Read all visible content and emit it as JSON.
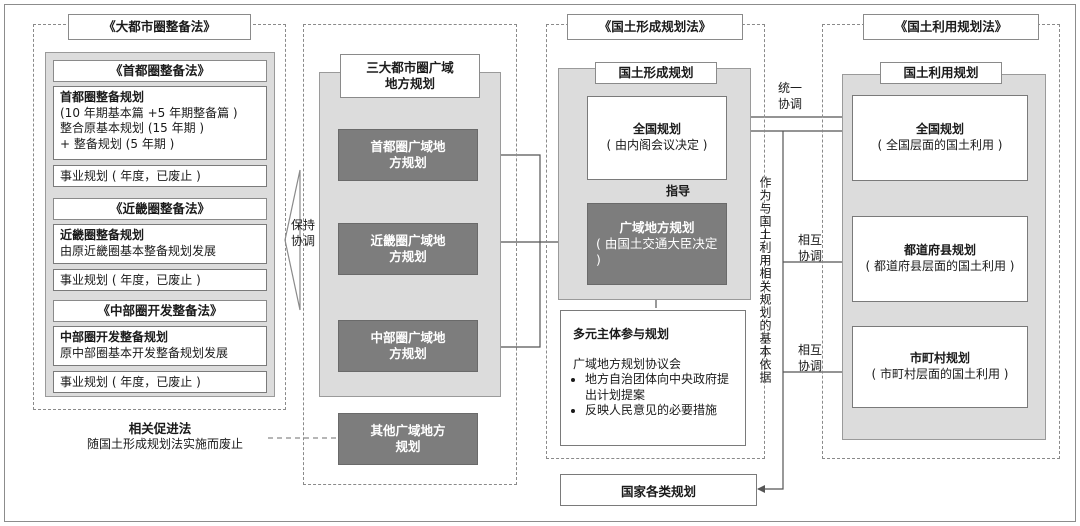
{
  "col1": {
    "title": "《大都市圈整备法》",
    "sec1": {
      "title": "《首都圈整备法》",
      "plan_title": "首都圈整备规划",
      "plan_line1": "(10 年期基本篇 +5 年期整备篇 )",
      "plan_line2": "整合原基本规划 (15 年期 )",
      "plan_line3": "+ 整备规划 (5 年期 )",
      "project": "事业规划 ( 年度，已废止 )"
    },
    "sec2": {
      "title": "《近畿圈整备法》",
      "plan_title": "近畿圈整备规划",
      "plan_line1": "由原近畿圈基本整备规划发展",
      "project": "事业规划 ( 年度，已废止 )"
    },
    "sec3": {
      "title": "《中部圈开发整备法》",
      "plan_title": "中部圈开发整备规划",
      "plan_line1": "原中部圈基本开发整备规划发展",
      "project": "事业规划 ( 年度，已废止 )"
    },
    "related_title": "相关促进法",
    "related_note": "随国土形成规划法实施而废止"
  },
  "keep_coord": "保持协调",
  "col2": {
    "title": "三大都市圈广域地方规划",
    "box1": "首都圈广域地方规划",
    "box2": "近畿圈广域地方规划",
    "box3": "中部圈广域地方规划",
    "other": "其他广域地方规划"
  },
  "col3": {
    "title": "《国土形成规划法》",
    "panel_title": "国土形成规划",
    "national_title": "全国规划",
    "national_sub": "( 由内阁会议决定 )",
    "guide": "指导",
    "regional_title": "广域地方规划",
    "regional_sub": "( 由国土交通大臣决定 )",
    "multi_title": "多元主体参与规划",
    "council": "广域地方规划协议会",
    "bullet1": "地方自治团体向中央政府提出计划提案",
    "bullet2": "反映人民意见的必要措施",
    "basis": "作为与国土利用相关规划的基本依据",
    "unified": "统一协调"
  },
  "national_various": "国家各类规划",
  "col4": {
    "title": "《国土利用规划法》",
    "panel_title": "国土利用规划",
    "national_title": "全国规划",
    "national_sub": "( 全国层面的国土利用 )",
    "pref_title": "都道府县规划",
    "pref_sub": "( 都道府县层面的国土利用 )",
    "muni_title": "市町村规划",
    "muni_sub": "( 市町村层面的国土利用 )",
    "mutual1": "相互协调",
    "mutual2": "相互协调"
  }
}
